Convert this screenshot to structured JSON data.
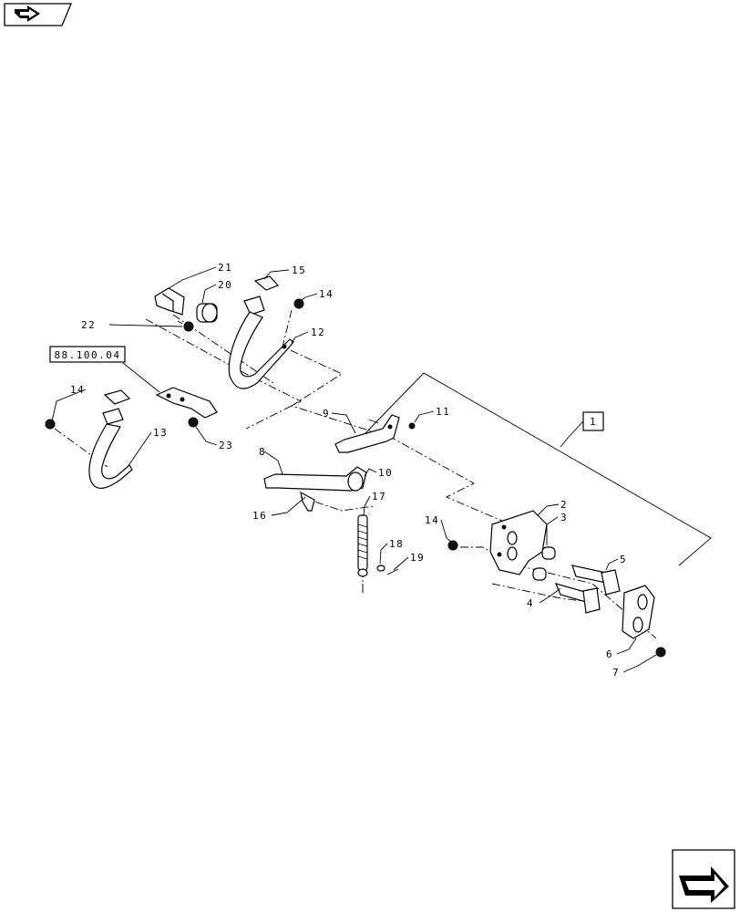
{
  "nav": {
    "prev_icon": "back-arrow-icon",
    "next_icon": "forward-arrow-icon"
  },
  "diagram": {
    "reference_box": "88.100.04",
    "assembly_box": "1",
    "callouts": {
      "c2": "2",
      "c3": "3",
      "c4": "4",
      "c5": "5",
      "c6": "6",
      "c7": "7",
      "c8": "8",
      "c9": "9",
      "c10": "10",
      "c11": "11",
      "c12": "12",
      "c13": "13",
      "c14a": "14",
      "c14b": "14",
      "c14c": "14",
      "c15": "15",
      "c16": "16",
      "c17": "17",
      "c18": "18",
      "c19": "19",
      "c20": "20",
      "c21": "21",
      "c22": "22",
      "c23": "23"
    }
  }
}
